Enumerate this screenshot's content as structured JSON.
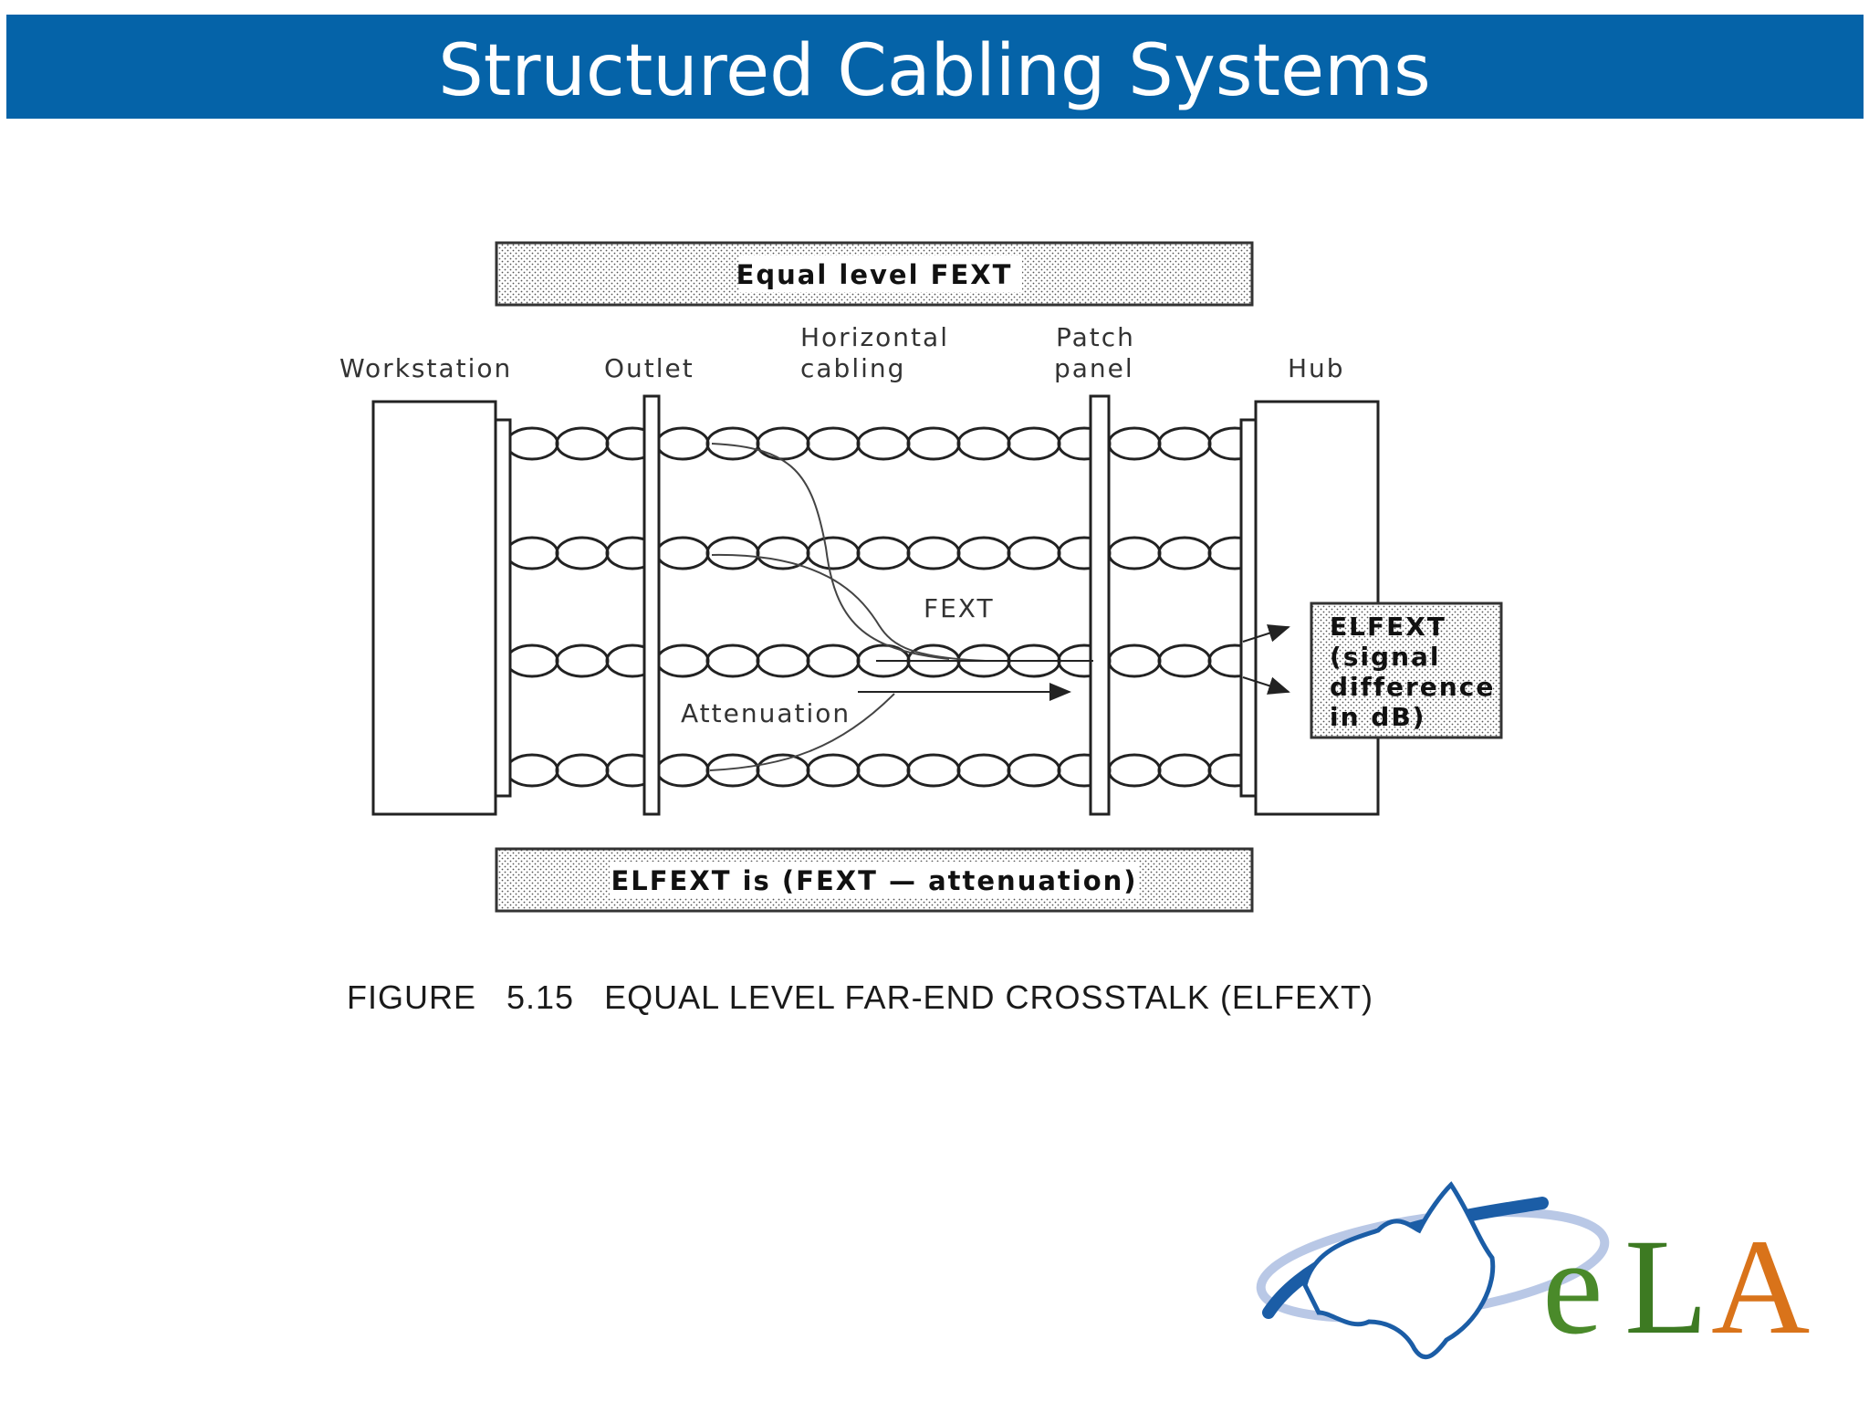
{
  "slide": {
    "title": "Structured Cabling Systems"
  },
  "diagram": {
    "top_box": "Equal level FEXT",
    "bottom_box": "ELFEXT is (FEXT — attenuation)",
    "labels": {
      "workstation": "Workstation",
      "outlet": "Outlet",
      "horizontal_line1": "Horizontal",
      "horizontal_line2": "cabling",
      "patch_line1": "Patch",
      "patch_line2": "panel",
      "hub": "Hub",
      "fext": "FEXT",
      "attenuation": "Attenuation"
    },
    "elfext_box": {
      "line1": "ELFEXT",
      "line2": "(signal",
      "line3": "difference",
      "line4": "in dB)"
    }
  },
  "caption": {
    "figure": "FIGURE   5.15",
    "text": "EQUAL LEVEL FAR-END CROSSTALK (ELFEXT)"
  },
  "logo": {
    "text": "eLA",
    "colors": {
      "e": "#4a8a2a",
      "L": "#3d7a22",
      "A": "#d9731a",
      "swoosh": "#1b5da6"
    }
  },
  "colors": {
    "title_bar": "#0563a8"
  }
}
